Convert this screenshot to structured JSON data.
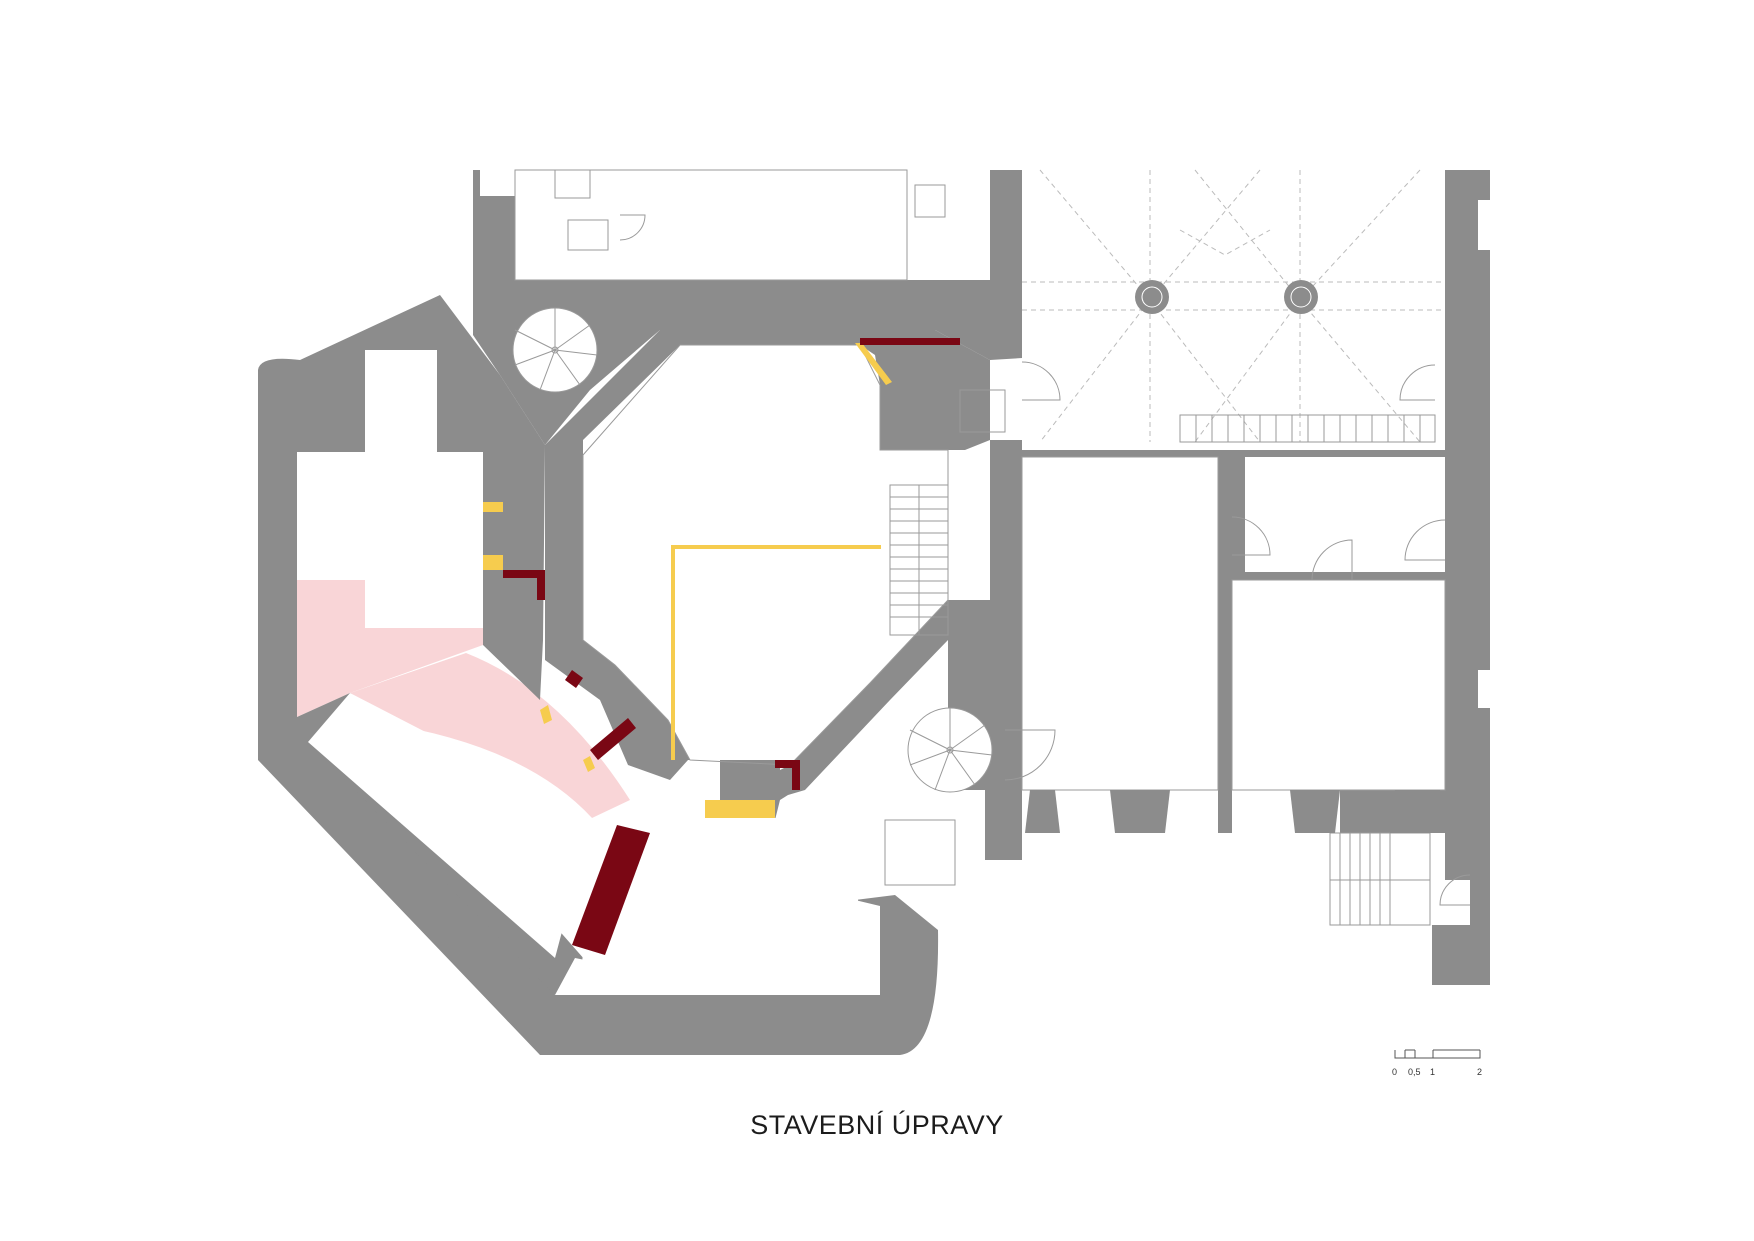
{
  "title": "STAVEBNÍ ÚPRAVY",
  "scale_bar": {
    "labels": [
      "0",
      "0,5",
      "1",
      "2"
    ]
  },
  "colors": {
    "wall": "#8c8c8c",
    "demolition": "#7a0714",
    "new_construction": "#f6cc4e",
    "highlight_area": "#f9d5d7",
    "line": "#9a9a9a",
    "background": "#ffffff"
  },
  "legend_semantics": {
    "demolition_color": "demolition",
    "new_construction_color": "new_construction"
  }
}
